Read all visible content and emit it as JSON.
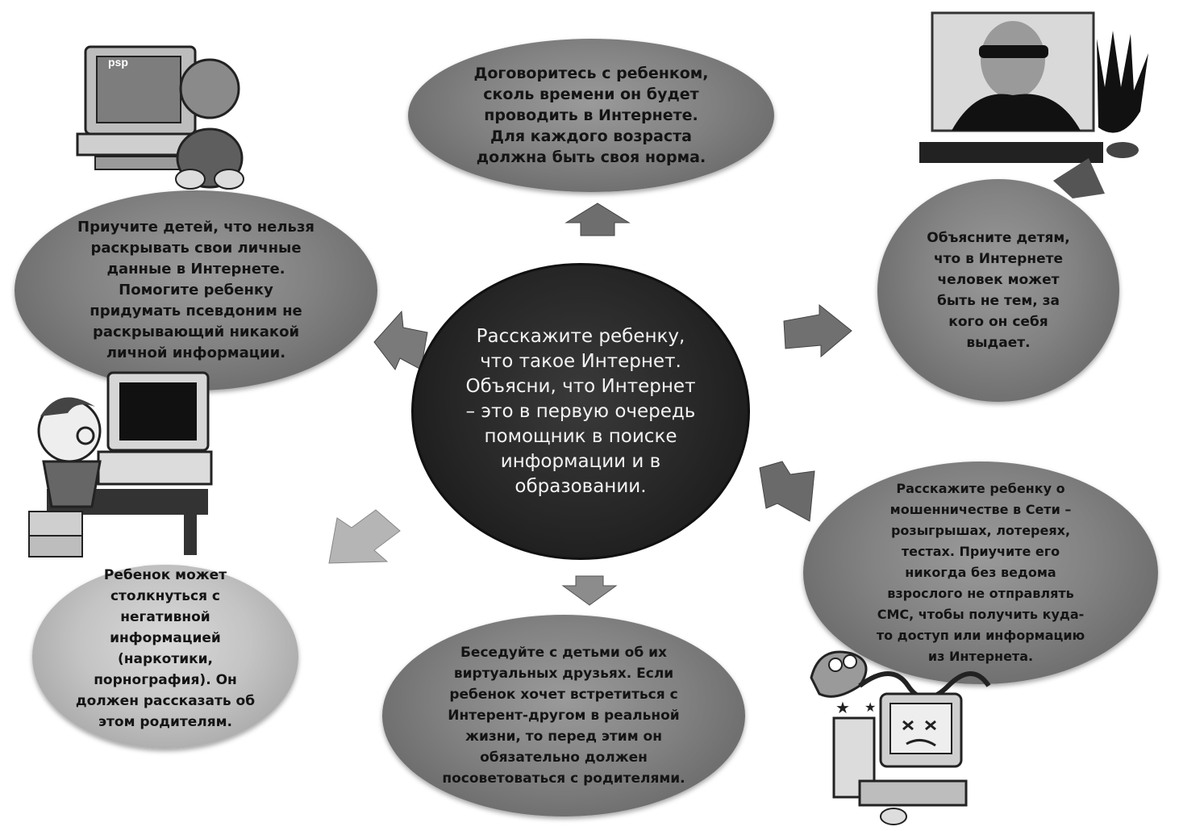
{
  "center": {
    "text": "Расскажите ребенку,\nчто такое Интернет.\nОбъясни, что Интернет\n– это в первую очередь\nпомощник в поиске\nинформации и в\nобразовании."
  },
  "bubbles": {
    "top": "Договоритесь с ребенком,\nсколь времени он будет\nпроводить в Интернете.\nДля каждого возраста\nдолжна быть своя норма.",
    "left": "Приучите детей, что нельзя\nраскрывать свои личные\nданные в Интернете.\nПомогите ребенку\nпридумать псевдоним не\nраскрывающий никакой\nличной информации.",
    "right": "Объясните детям,\nчто в Интернете\nчеловек может\nбыть не тем, за\nкого он себя\nвыдает.",
    "right_bottom": "Расскажите ребенку о\nмошенничестве в Сети –\nрозыгрышах, лотереях,\nтестах. Приучите его\nникогда без ведома\nвзрослого не отправлять\nСМС, чтобы получить куда-\nто доступ или информацию\nиз Интернета.",
    "bottom": "Беседуйте с детьми об их\nвиртуальных друзьях. Если\nребенок хочет встретиться с\nИнтерент-другом в реальной\nжизни, то перед этим он\nобязательно должен\nпосоветоваться с родителями.",
    "left_bottom": "Ребенок может\nстолкнуться с\nнегативной\nинформацией\n(наркотики,\nпорнография). Он\nдолжен рассказать об\nэтом родителям."
  },
  "clipart": {
    "child_monitor_label": "psp",
    "child_computer": "child-at-computer-icon",
    "hacker": "hacker-icon",
    "boy_glasses": "boy-with-glasses-icon",
    "virus_computer": "virus-computer-icon"
  }
}
